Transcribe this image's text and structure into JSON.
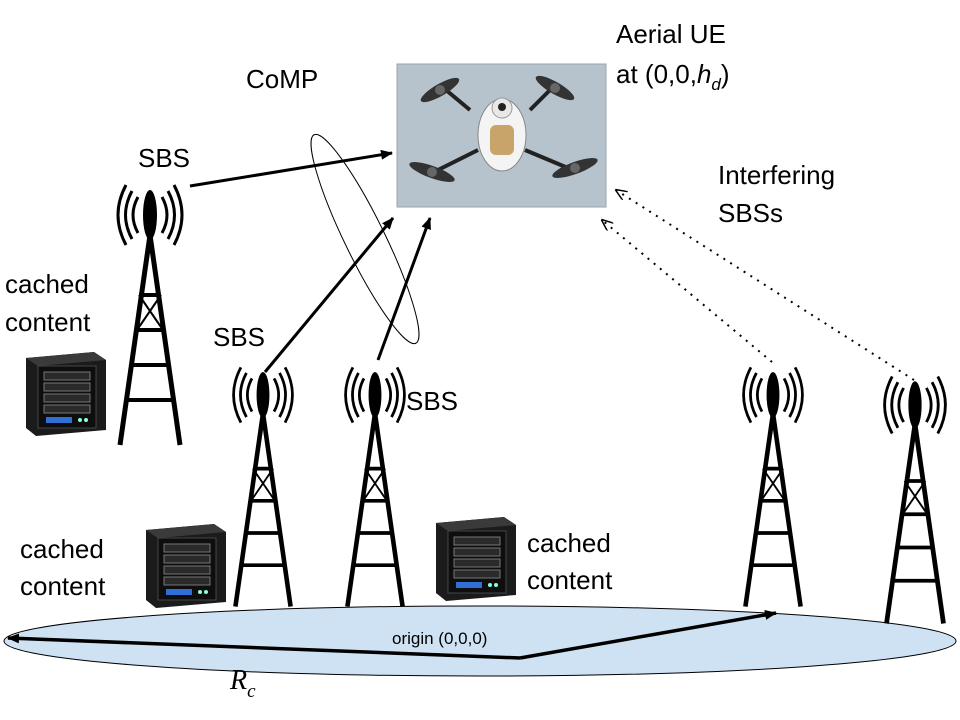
{
  "labels": {
    "aerial_ue_line1": "Aerial UE",
    "aerial_ue_line2_prefix": "at (0,0,",
    "aerial_ue_h": "h",
    "aerial_ue_sub": "d",
    "aerial_ue_suffix": ")",
    "comp": "CoMP",
    "sbs": "SBS",
    "interfering_line1": "Interfering",
    "interfering_line2": "SBSs",
    "cached_line1": "cached",
    "cached_line2": "content",
    "origin": "origin (0,0,0)",
    "radius_R": "R",
    "radius_sub": "c"
  },
  "colors": {
    "disk_fill": "#cfe2f3",
    "ink": "#000000"
  },
  "icons": {
    "tower": "cell-tower-icon",
    "server": "server-icon",
    "drone": "drone-icon"
  }
}
